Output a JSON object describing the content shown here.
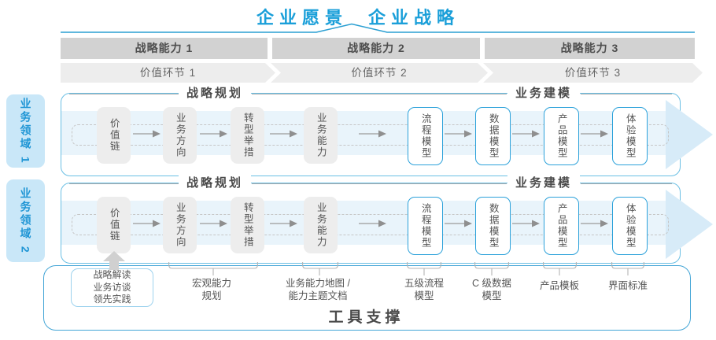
{
  "title": {
    "vision": "企业愿景",
    "strategy": "企业战略"
  },
  "bands": {
    "capabilities": [
      "战略能力 1",
      "战略能力 2",
      "战略能力 3"
    ],
    "value_links": [
      "价值环节 1",
      "价值环节 2",
      "价值环节 3"
    ]
  },
  "domains": [
    {
      "label": "业务领域 1"
    },
    {
      "label": "业务领域 2"
    }
  ],
  "row_template": {
    "section_headers": [
      "战略规划",
      "业务建模"
    ],
    "boxes": [
      {
        "label": "价值链",
        "style": "gray"
      },
      {
        "label": "业务方向",
        "style": "gray"
      },
      {
        "label": "转型举措",
        "style": "gray"
      },
      {
        "label": "业务能力",
        "style": "gray"
      },
      {
        "label": "流程模型",
        "style": "blue"
      },
      {
        "label": "数据模型",
        "style": "blue"
      },
      {
        "label": "产品模型",
        "style": "blue"
      },
      {
        "label": "体验模型",
        "style": "blue"
      }
    ]
  },
  "annotations": {
    "callout_lines": [
      "战略解读",
      "业务访谈",
      "领先实践"
    ],
    "items": [
      {
        "lines": [
          "宏观能力",
          "规划"
        ]
      },
      {
        "lines": [
          "业务能力地图 /",
          "能力主题文档"
        ]
      },
      {
        "lines": [
          "五级流程",
          "模型"
        ]
      },
      {
        "lines": [
          "C 级数据",
          "模型"
        ]
      },
      {
        "lines": [
          "产品模板"
        ]
      },
      {
        "lines": [
          "界面标准"
        ]
      }
    ]
  },
  "footer": {
    "tool_support_label": "工具支撑"
  },
  "colors": {
    "accent_blue": "#1a9fd9",
    "container_border": "#43a5d6",
    "row_border": "#6abfe4",
    "box_blue_border": "#2ba1da",
    "band_gray": "#d2d2d2",
    "band_light_gray": "#ededed",
    "domain_label_bg": "#c9e7f8",
    "flow_band_bg": "#e9f4fb",
    "text_gray": "#555555"
  }
}
